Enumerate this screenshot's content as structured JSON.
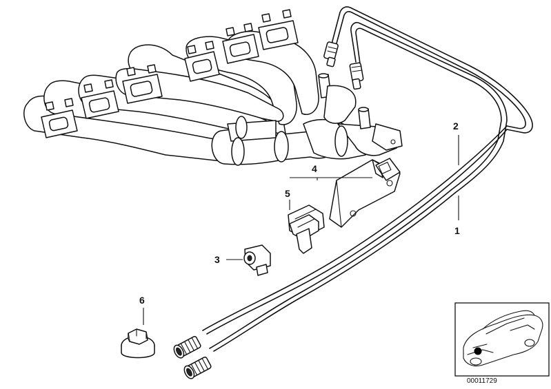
{
  "callouts": {
    "c1": "1",
    "c2": "2",
    "c3": "3",
    "c4": "4",
    "c5": "5",
    "c6": "6"
  },
  "inset": {
    "reference_number": "00011729"
  },
  "icons": [
    "exhaust-manifold-icon",
    "oxygen-sensor-cable-icon",
    "bracket-icon",
    "clip-icon",
    "nut-icon",
    "plug-icon",
    "vehicle-locator-icon"
  ]
}
